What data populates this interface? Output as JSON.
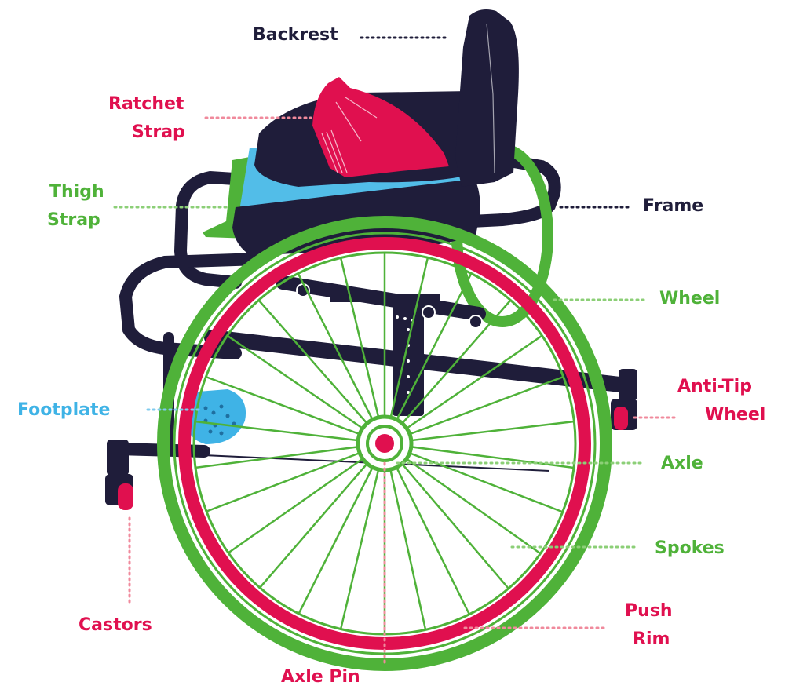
{
  "labels": {
    "backrest": "Backrest",
    "ratchet_strap_1": "Ratchet",
    "ratchet_strap_2": "Strap",
    "thigh_strap_1": "Thigh",
    "thigh_strap_2": "Strap",
    "frame": "Frame",
    "wheel": "Wheel",
    "anti_tip_1": "Anti-Tip",
    "anti_tip_2": "Wheel",
    "footplate": "Footplate",
    "axle": "Axle",
    "spokes": "Spokes",
    "castors": "Castors",
    "push_rim_1": "Push",
    "push_rim_2": "Rim",
    "axle_pin": "Axle Pin"
  },
  "colors": {
    "frame": "#1f1d3a",
    "wheel": "#4fb239",
    "push_rim": "#e0104f",
    "footplate": "#3fb3e6",
    "seat_blue": "#52bde8",
    "leader_dark": "#1f1d3a",
    "leader_pink": "#f08a9c",
    "leader_green": "#8ccf77",
    "leader_blue": "#7fcbee"
  }
}
